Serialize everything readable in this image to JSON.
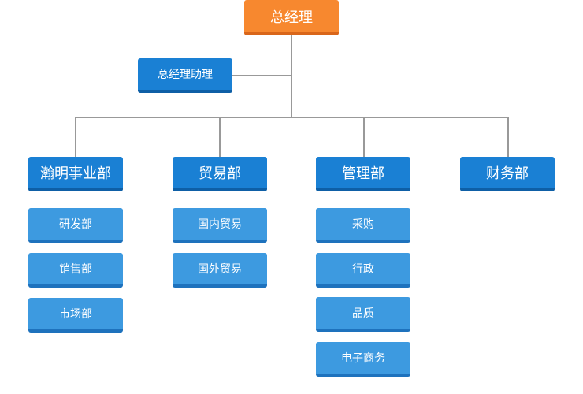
{
  "top": {
    "label": "总经理"
  },
  "assistant": {
    "label": "总经理助理"
  },
  "departments": [
    {
      "label": "瀚明事业部",
      "children": [
        "研发部",
        "销售部",
        "市场部"
      ]
    },
    {
      "label": "贸易部",
      "children": [
        "国内贸易",
        "国外贸易"
      ]
    },
    {
      "label": "管理部",
      "children": [
        "采购",
        "行政",
        "品质",
        "电子商务"
      ]
    },
    {
      "label": "财务部",
      "children": []
    }
  ],
  "colors": {
    "top_box": "#f7882f",
    "department_box": "#1a80d4",
    "sub_box": "#3d9ae0",
    "connector": "#999999"
  }
}
